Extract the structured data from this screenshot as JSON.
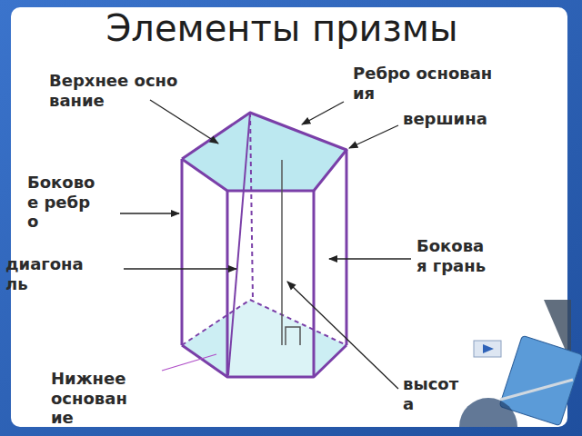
{
  "diagram": {
    "title": "Элементы призмы",
    "labels": [
      "Верхнее основание",
      "Ребро основания",
      "вершина",
      "Боковое ребро",
      "диагональ",
      "Боковая грань",
      "Нижнее основание",
      "высота"
    ]
  }
}
